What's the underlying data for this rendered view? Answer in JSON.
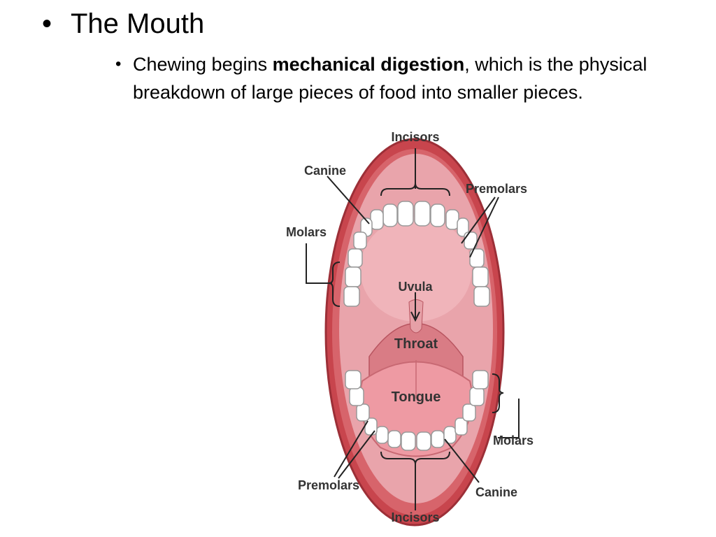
{
  "slide": {
    "title_bullet": "The Mouth",
    "sub_bullet": {
      "before": "Chewing begins ",
      "bold": "mechanical digestion",
      "after": ", which is the physical breakdown of large pieces of food into smaller pieces."
    }
  },
  "diagram": {
    "labels": {
      "incisors_top": "Incisors",
      "canine_top": "Canine",
      "premolars_top": "Premolars",
      "molars_top": "Molars",
      "uvula": "Uvula",
      "throat": "Throat",
      "tongue": "Tongue",
      "molars_bottom": "Molars",
      "premolars_bottom": "Premolars",
      "canine_bottom": "Canine",
      "incisors_bottom": "Incisors"
    },
    "colors": {
      "lips": "#c8454d",
      "mouth_interior": "#e9a4ab",
      "throat": "#d97c85",
      "tongue": "#ee9aa3",
      "teeth": "#ffffff",
      "label_text": "#333333"
    }
  }
}
